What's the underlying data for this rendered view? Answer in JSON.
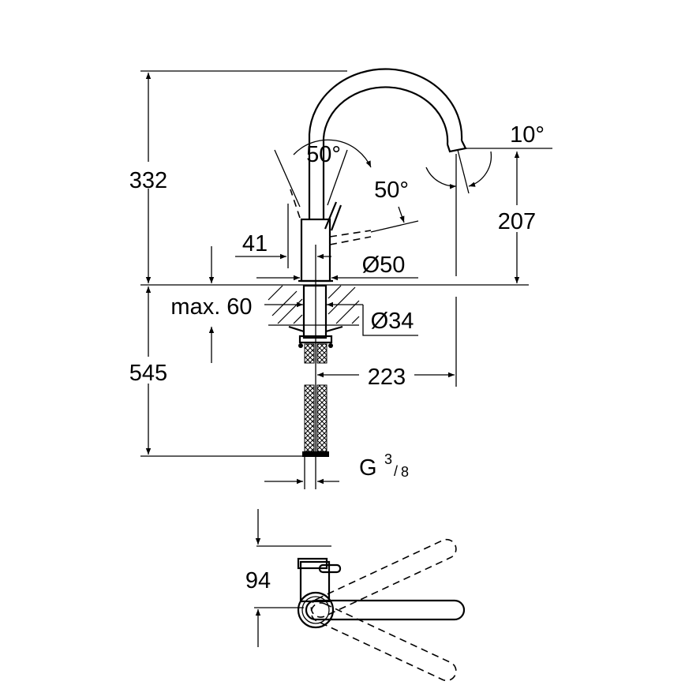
{
  "drawing": {
    "dimensions": {
      "total_height_above_deck": "332",
      "below_deck_length": "545",
      "spout_outlet_height": "207",
      "spout_reach": "223",
      "body_diameter": "Ø50",
      "shank_diameter": "Ø34",
      "max_deck_thickness": "max. 60",
      "lever_offset": "41",
      "lever_angle_front": "50°",
      "lever_angle_side": "50°",
      "spout_tilt": "10°",
      "connection_thread_prefix": "G",
      "connection_thread_num": "3",
      "connection_thread_den": "8",
      "top_view_depth": "94"
    }
  }
}
